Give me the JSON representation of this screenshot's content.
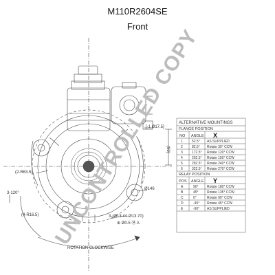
{
  "title": "M110R2604SE",
  "subtitle": "Front",
  "watermark": "UNCONTROLLED COPY",
  "dimension_labels": {
    "d_175": "[-1 Ø17.5]",
    "d_63": "(2-R63.5)",
    "d_120": "3-120°",
    "d_146": "Ø146",
    "d_165": "(4-R16.5)",
    "d_1344": "3-(Ø13.44-Ø13.70)",
    "d_05": "⊕ Ø0.5 Ⓜ A",
    "d_90": "(90)",
    "rotation": "ROTATION CLOCKWISE"
  },
  "table": {
    "title": "ALTERNATIVE MOUNTINGS",
    "flange": {
      "heading": "FLANGE POSITION",
      "col_no": "NO",
      "col_angle": "ANGLE",
      "marker": "X",
      "rows": [
        {
          "no": "1",
          "angle": "52.5°",
          "desc": "AS SUPPLIED"
        },
        {
          "no": "2",
          "angle": "82.5°",
          "desc": "Rotate 30° CCW"
        },
        {
          "no": "3",
          "angle": "172.5°",
          "desc": "Rotate 120° CCW"
        },
        {
          "no": "4",
          "angle": "202.5°",
          "desc": "Rotate 150° CCW"
        },
        {
          "no": "5",
          "angle": "292.5°",
          "desc": "Rotate 240° CCW"
        },
        {
          "no": "6",
          "angle": "322.5°",
          "desc": "Rotate 270° CCW"
        }
      ]
    },
    "relay": {
      "heading": "RELAY POSITION",
      "col_pos": "POS",
      "col_angle": "ANGLE",
      "marker": "Y",
      "rows": [
        {
          "pos": "A",
          "angle": "90°",
          "desc": "Rotate 180° CCW"
        },
        {
          "pos": "B",
          "angle": "45°",
          "desc": "Rotate 135° CCW"
        },
        {
          "pos": "C",
          "angle": "0°",
          "desc": "Rotate 90° CCW"
        },
        {
          "pos": "D",
          "angle": "-45°",
          "desc": "Rotate 45° CCW"
        },
        {
          "pos": "E",
          "angle": "-90°",
          "desc": "AS SUPPLIED"
        }
      ]
    }
  }
}
